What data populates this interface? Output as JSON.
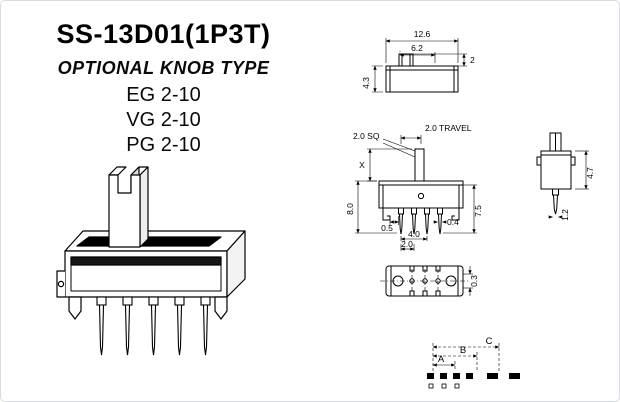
{
  "header": {
    "title": "SS-13D01(1P3T)",
    "subtitle": "OPTIONAL KNOB TYPE",
    "knob_options": [
      "EG 2-10",
      "VG 2-10",
      "PG 2-10"
    ]
  },
  "dims": {
    "top_view": {
      "overall_width": "12.6",
      "slot_width": "6.2",
      "knob_height": "2",
      "body_height": "4.3"
    },
    "front_view": {
      "travel": "2.0 TRAVEL",
      "knob_square": "2.0  SQ",
      "knob_var": "X",
      "left_height": "8.0",
      "right_height": "7.5",
      "pin_offset": "0.5",
      "pin_span": "4.0",
      "pin_pitch": "2.0",
      "pin_thickness": "0.4"
    },
    "side_view": {
      "depth": "4.7",
      "pin_width": "1.2"
    },
    "bottom_view": {
      "slot": "0.3"
    },
    "positions": {
      "a": "A",
      "b": "B",
      "c": "C"
    }
  }
}
